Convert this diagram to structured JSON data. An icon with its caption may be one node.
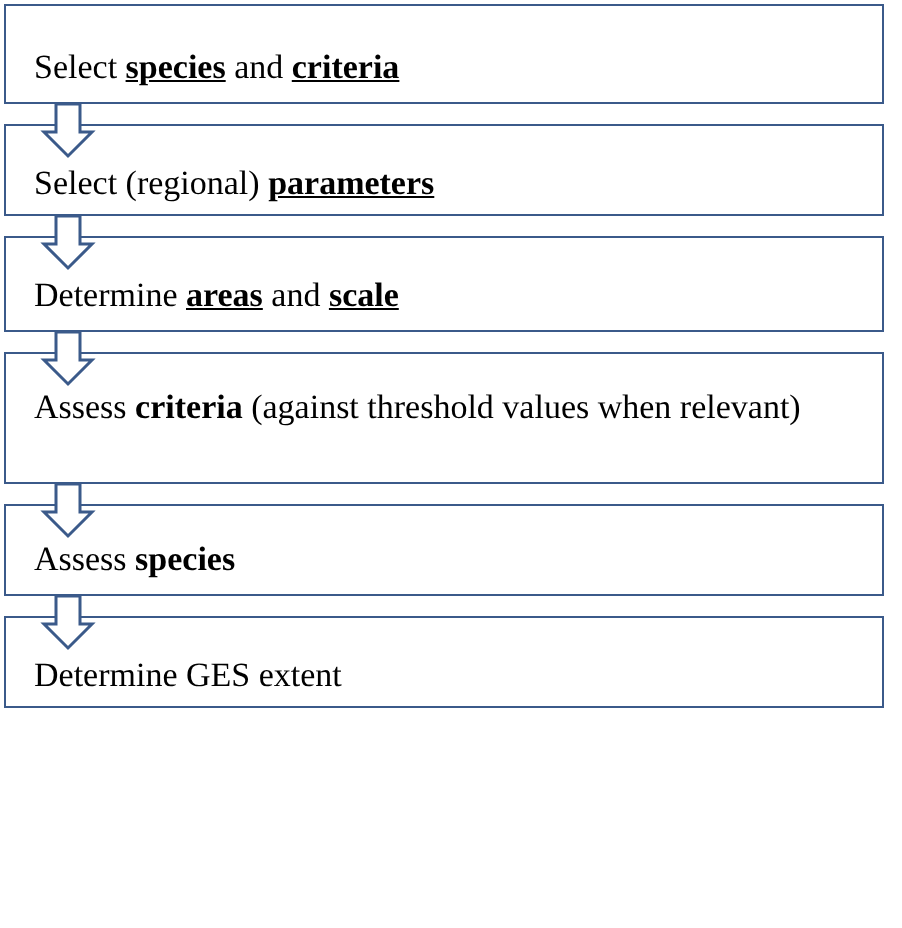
{
  "diagram": {
    "nodes": [
      {
        "text": [
          "Select **species** and **criteria**"
        ]
      },
      {
        "text": [
          "Select (regional) **parameters**"
        ]
      },
      {
        "text": [
          "Determine **areas** and **scale**"
        ]
      },
      {
        "text": [
          "Assess **criteria** (against threshold values when relevant)"
        ]
      },
      {
        "text": [
          "Assess **species**"
        ]
      },
      {
        "text": [
          "Determine GES extent"
        ]
      }
    ],
    "edges": [
      {
        "from": 0,
        "to": 1,
        "arrow": "to"
      },
      {
        "from": 1,
        "to": 2,
        "arrow": "to"
      },
      {
        "from": 2,
        "to": 3,
        "arrow": "to"
      },
      {
        "from": 3,
        "to": 4,
        "arrow": "to"
      },
      {
        "from": 4,
        "to": 5,
        "arrow": "to"
      }
    ]
  }
}
